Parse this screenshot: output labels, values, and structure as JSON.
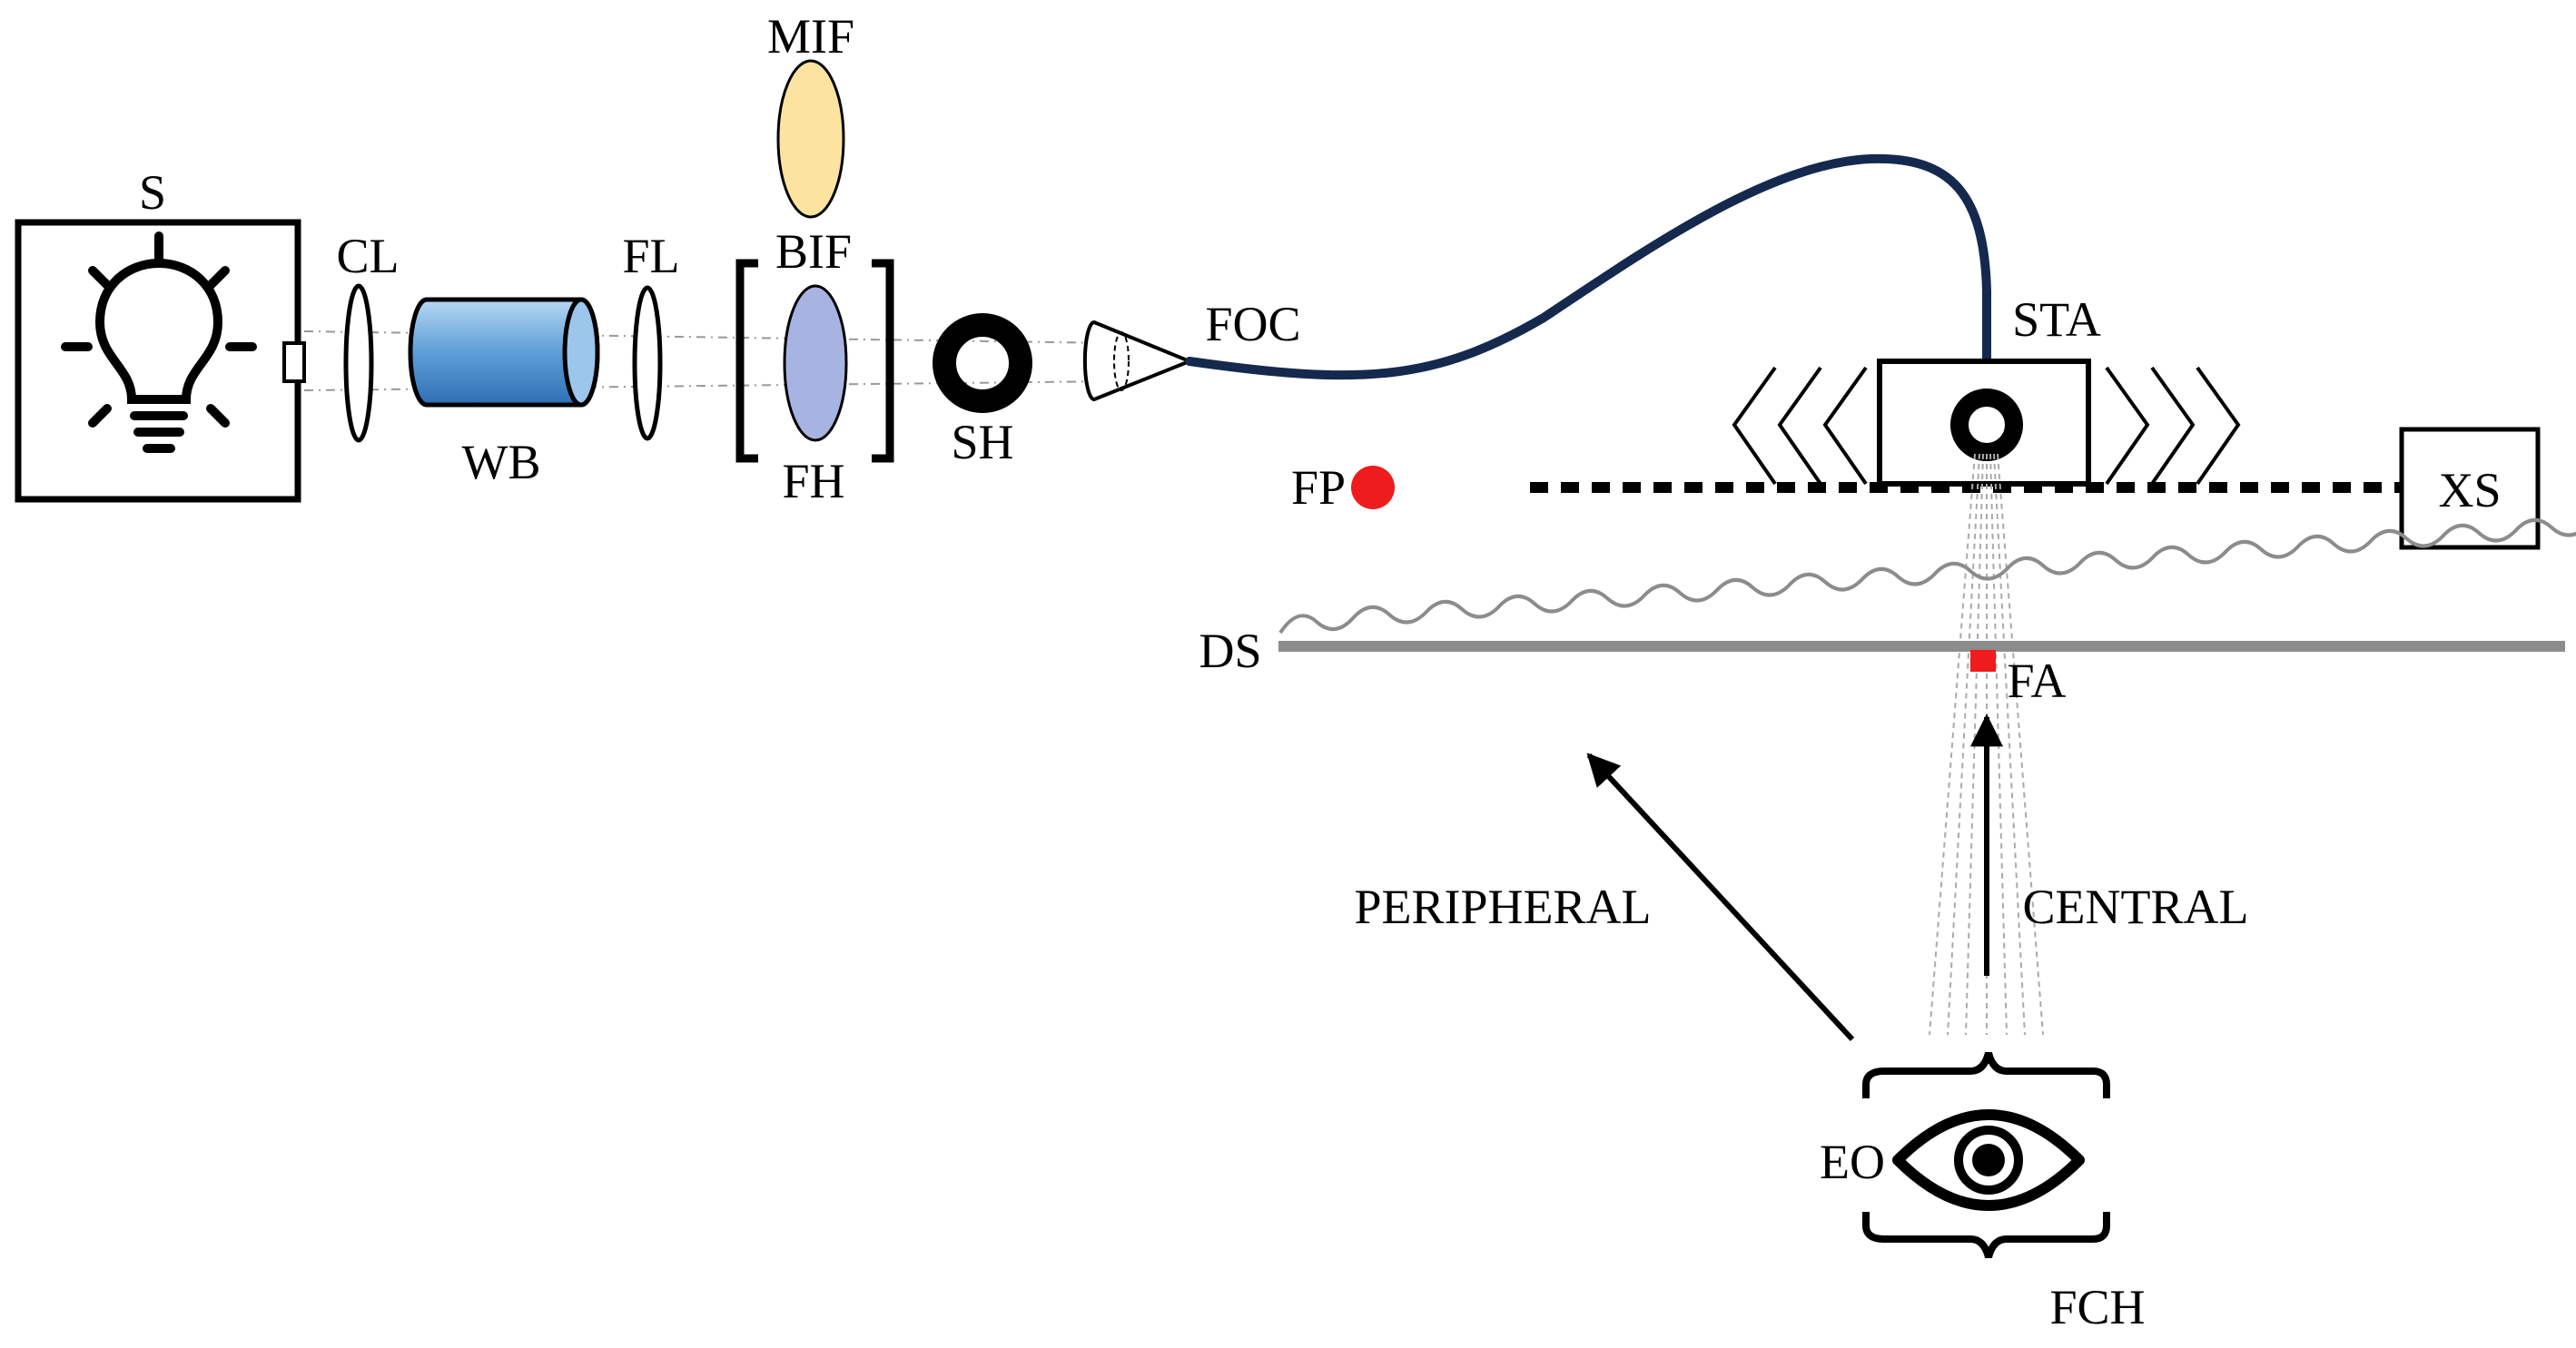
{
  "labels": {
    "source": "S",
    "collimating_lens": "CL",
    "water_bath": "WB",
    "focusing_lens": "FL",
    "main_interference_filter": "MIF",
    "blocking_interference_filter": "BIF",
    "filter_holder": "FH",
    "shutter": "SH",
    "fiber_optic_coupler": "FOC",
    "stage": "STA",
    "x_stage": "XS",
    "fixation_point": "FP",
    "diffusing_screen": "DS",
    "field_area": "FA",
    "peripheral": "PERIPHERAL",
    "central": "CENTRAL",
    "eye_observer": "EO",
    "fixation_chin_holder": "FCH"
  },
  "colors": {
    "line": "#000000",
    "fiber": "#14294d",
    "water_bath": "#5d9fd8",
    "mif_fill": "#fde3a0",
    "bif_fill": "#a7b4e2",
    "fixation_red": "#ee1c1c",
    "screen_gray": "#8c8c8c"
  },
  "icons": {
    "light": "light-bulb-icon",
    "eye": "eye-icon"
  }
}
